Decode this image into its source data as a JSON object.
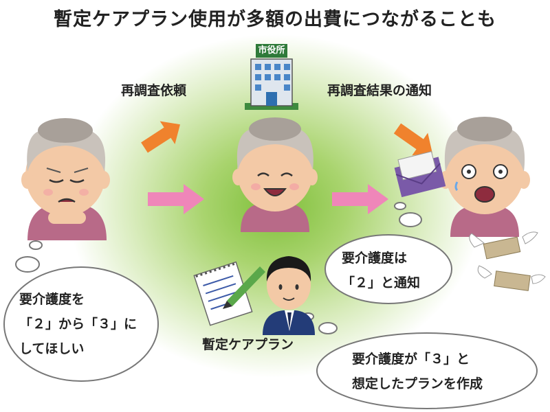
{
  "title": "暫定ケアプラン使用が多額の出費につながることも",
  "city_hall_sign": "市役所",
  "labels": {
    "reinvestigation_request": "再調査依頼",
    "reinvestigation_result": "再調査結果の通知",
    "provisional_plan": "暫定ケアプラン"
  },
  "bubbles": {
    "left": [
      "要介護度を",
      "「２」から「３」に",
      "してほしい"
    ],
    "middle_right": [
      "要介護度は",
      "「２」と通知"
    ],
    "bottom_right": [
      "要介護度が「３」と",
      "想定したプランを作成"
    ]
  },
  "colors": {
    "orange_arrow": "#f0822d",
    "pink_arrow": "#ef86b9",
    "green_glow": "#7fbf3a"
  }
}
